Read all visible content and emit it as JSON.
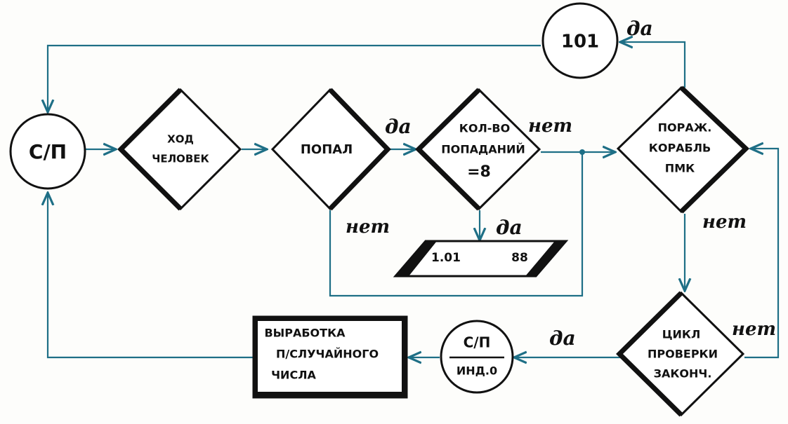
{
  "colors": {
    "line": "#1e6f86",
    "ink": "#111111"
  },
  "nodes": {
    "start": {
      "lines": [
        "С/П"
      ]
    },
    "n101": {
      "lines": [
        "101"
      ]
    },
    "human_move": {
      "lines": [
        "ХОД",
        "ЧЕЛОВЕК"
      ]
    },
    "hit": {
      "lines": [
        "ПОПАЛ"
      ]
    },
    "hits_count": {
      "lines": [
        "КОЛ-ВО",
        "ПОПАДАНИЙ",
        "=8"
      ]
    },
    "output": {
      "left": "1.01",
      "right": "88"
    },
    "pmk_sunk": {
      "lines": [
        "ПОРАЖ.",
        "КОРАБЛЬ",
        "ПМК"
      ]
    },
    "check_loop": {
      "lines": [
        "ЦИКЛ",
        "ПРОВЕРКИ",
        "ЗАКОНЧ."
      ]
    },
    "stop_ind": {
      "top": "С/П",
      "bottom": "ИНД.0"
    },
    "random_gen": {
      "lines": [
        "ВЫРАБОТКА",
        "П/СЛУЧАЙНОГО",
        "ЧИСЛА"
      ]
    }
  },
  "labels": {
    "yes_101": "да",
    "yes_hit": "да",
    "no_count": "нет",
    "no_hit": "нет",
    "yes_count": "да",
    "no_pmk": "нет",
    "no_check": "нет",
    "yes_check": "да"
  }
}
